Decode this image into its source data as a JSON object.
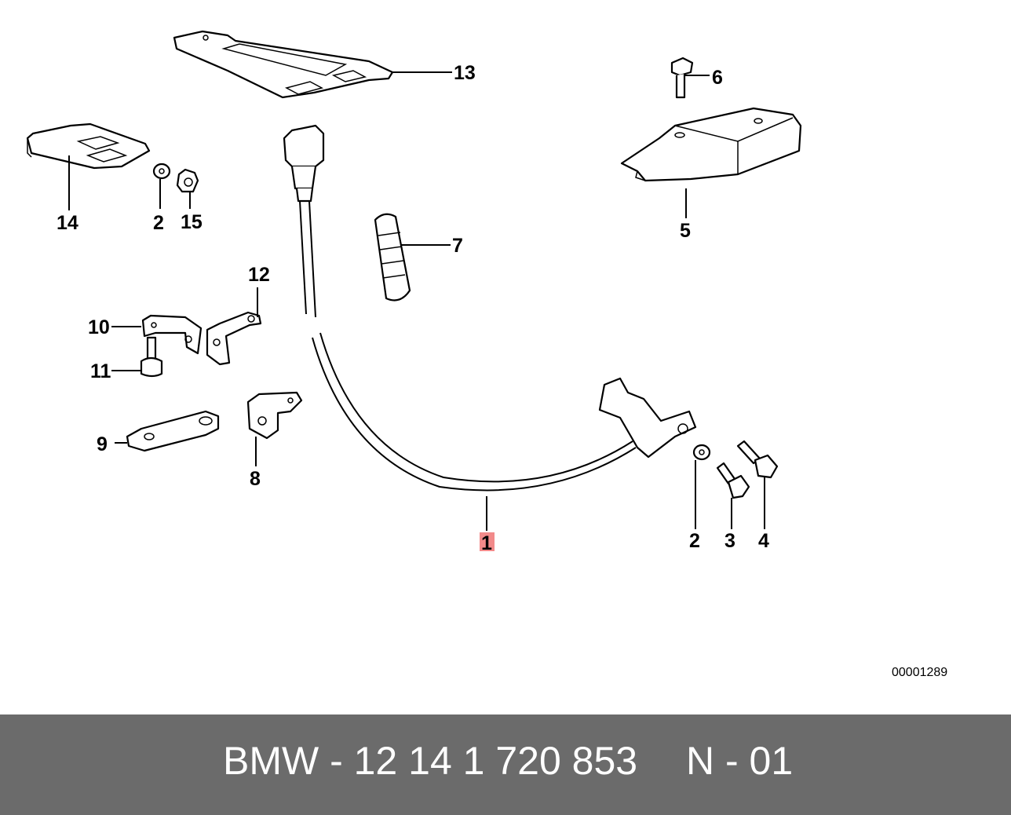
{
  "diagram": {
    "reference_number": "00001289",
    "highlight_color": "#f28a8a",
    "callouts": [
      {
        "id": "c1",
        "label": "1",
        "highlighted": true
      },
      {
        "id": "c2a",
        "label": "2"
      },
      {
        "id": "c2b",
        "label": "2"
      },
      {
        "id": "c3",
        "label": "3"
      },
      {
        "id": "c4",
        "label": "4"
      },
      {
        "id": "c5",
        "label": "5"
      },
      {
        "id": "c6",
        "label": "6"
      },
      {
        "id": "c7",
        "label": "7"
      },
      {
        "id": "c8",
        "label": "8"
      },
      {
        "id": "c9",
        "label": "9"
      },
      {
        "id": "c10",
        "label": "10"
      },
      {
        "id": "c11",
        "label": "11"
      },
      {
        "id": "c12",
        "label": "12"
      },
      {
        "id": "c13",
        "label": "13"
      },
      {
        "id": "c14",
        "label": "14"
      },
      {
        "id": "c15",
        "label": "15"
      }
    ]
  },
  "footer": {
    "part_text": "BMW - 12 14 1 720 853",
    "code_text": "N - 01",
    "background": "#6b6b6b"
  }
}
